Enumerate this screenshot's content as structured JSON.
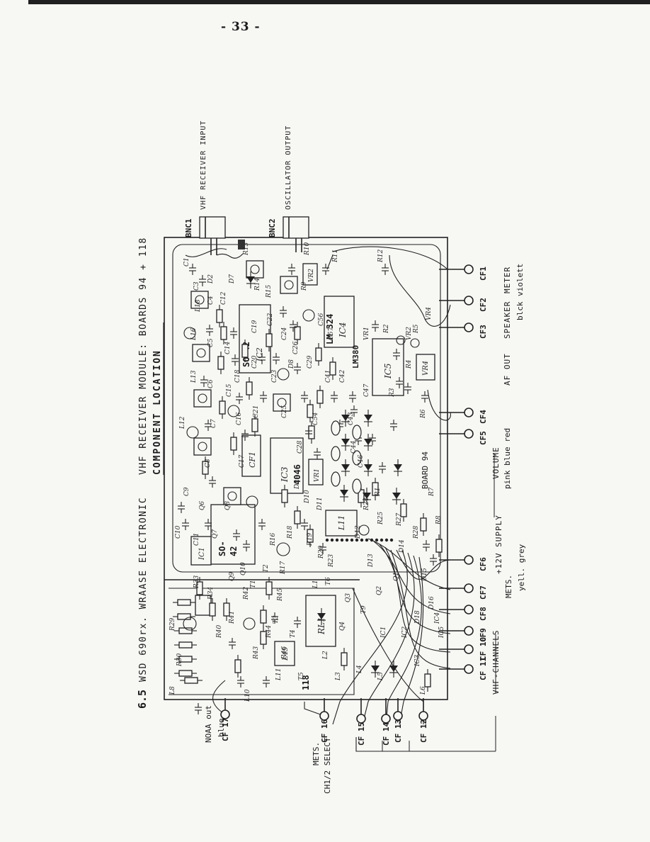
{
  "page_number": "- 33 -",
  "section_number": "6.5",
  "header_left": "WSD 690rx.   WRAASE ELECTRONIC",
  "header_right": "VHF RECEIVER MODULE: BOARDS 94 + 118",
  "subtitle": "COMPONENT LOCATION",
  "bnc1": {
    "label": "BNC1",
    "description": "VHF RECEIVER INPUT"
  },
  "bnc2": {
    "label": "BNC2",
    "description": "OSCILLATOR OUTPUT"
  },
  "connectors_right": [
    "CF1",
    "CF2",
    "CF3",
    "CF4",
    "CF5",
    "CF6",
    "CF7",
    "CF8",
    "CF9",
    "CF 10",
    "CF 11"
  ],
  "connectors_bottom": [
    "CF 17",
    "CF 16",
    "CF 15",
    "CF 14",
    "CF 13",
    "CF 12"
  ],
  "function_labels": {
    "meter": "METER",
    "meter_color": "violett",
    "speaker": "SPEAKER",
    "speaker_color": "blck",
    "af_out": "AF OUT",
    "volume": "VOLUME",
    "volume_colors": "pink blue  red",
    "supply": "+12V SUPPLY",
    "mets": "METS.",
    "supply_colors": "yell. grey",
    "vhf_channels": "VHF-CHANNELS",
    "noaa_out": "NOAA out",
    "noaa_color": "blue",
    "ch_select": "METS. CH1/2 SELECT"
  },
  "ic_labels": {
    "so42_a": "SO-",
    "so42_b": "42",
    "so42_ic2": "SO-42",
    "lm324": "LM 324",
    "lm380": "LM380",
    "cd4046": "4046",
    "board94": "BOARD 94",
    "board118": "118"
  },
  "component_labels": [
    "C1",
    "C3",
    "C4",
    "C5",
    "C6",
    "C7",
    "C8",
    "C9",
    "C10",
    "C11",
    "C12",
    "C14",
    "C15",
    "C16",
    "C17",
    "C18",
    "C19",
    "C20",
    "C21",
    "C22",
    "C23",
    "C24",
    "C25",
    "C26",
    "C28",
    "C29",
    "C54",
    "C56",
    "C57",
    "C41",
    "C42",
    "C43",
    "C44",
    "C46",
    "C47",
    "R1",
    "R2",
    "R3",
    "R4",
    "R5",
    "R6",
    "R7",
    "R8",
    "R9",
    "R10",
    "R11",
    "R12",
    "R13",
    "R14",
    "R15",
    "R16",
    "R17",
    "R18",
    "R19",
    "R20",
    "R23",
    "R24",
    "R25",
    "R27",
    "R28",
    "R29",
    "R30",
    "R33",
    "R34",
    "R40",
    "R41",
    "R42",
    "R43",
    "R44",
    "R45",
    "R46",
    "L1",
    "L2",
    "L3",
    "L4",
    "L5",
    "L6",
    "L8",
    "L10",
    "L11",
    "L12",
    "L13",
    "L16",
    "L18",
    "D2",
    "D7",
    "D8",
    "D9",
    "D10",
    "D11",
    "D12",
    "D13",
    "D14",
    "D15",
    "D16",
    "D18",
    "Q1",
    "Q2",
    "Q3",
    "Q4",
    "Q6",
    "Q7",
    "Q8",
    "Q9",
    "Q10",
    "T1",
    "T2",
    "T3",
    "T4",
    "T5",
    "T6",
    "T9",
    "IC1",
    "IC2",
    "IC3",
    "IC4",
    "IC5",
    "VR1",
    "VR2",
    "VR4",
    "RL1",
    "CF1"
  ],
  "colors": {
    "ink": "#1b1b1b",
    "paper": "#f7f7f4"
  }
}
